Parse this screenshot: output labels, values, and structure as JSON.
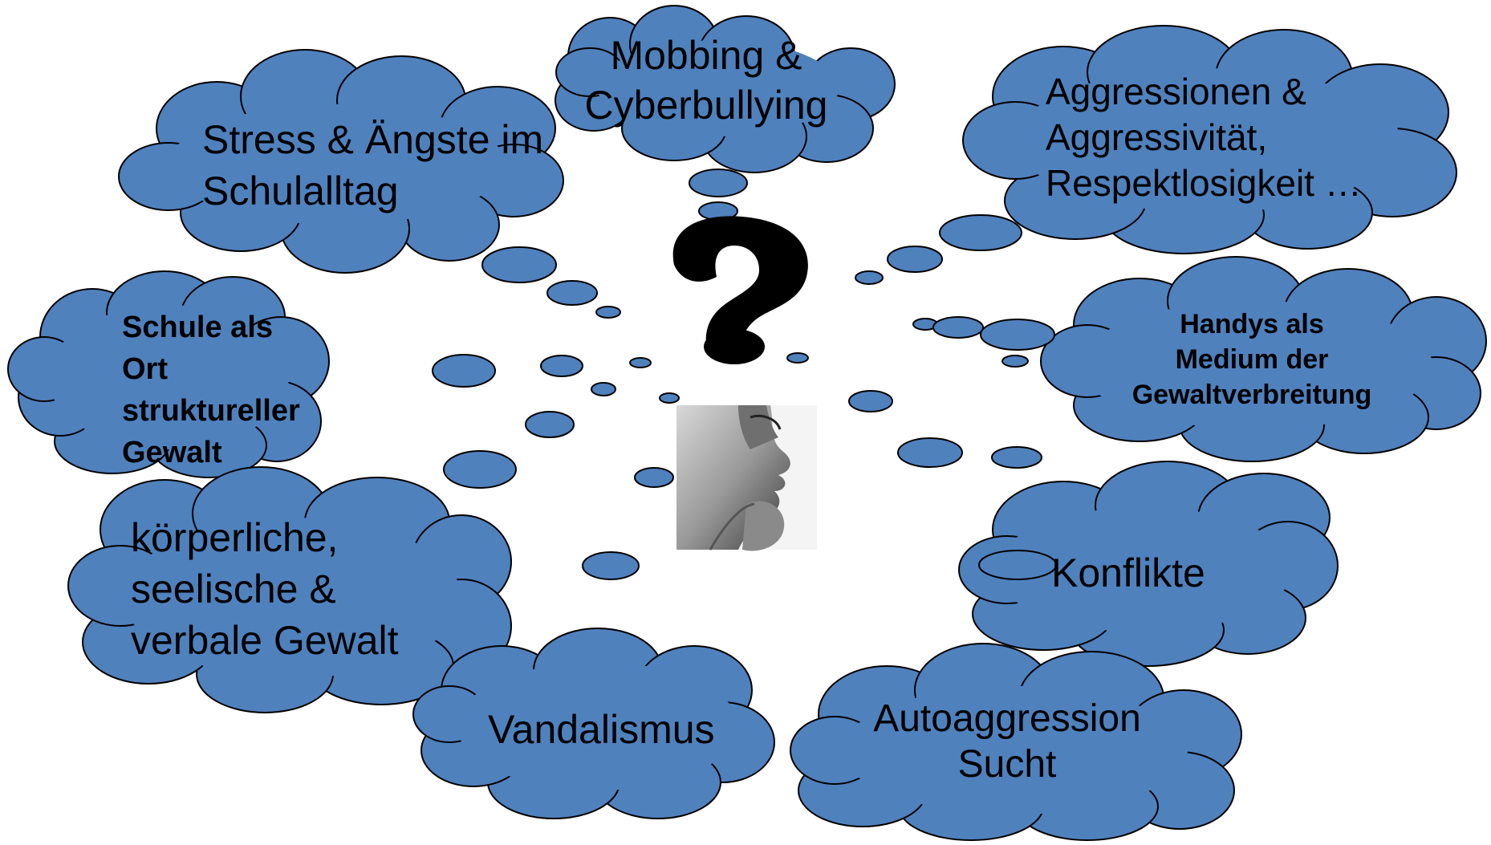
{
  "clouds": {
    "mobbing": "Mobbing &\nCyberbullying",
    "stress": "Stress & Ängste im\nSchulalltag",
    "aggression": "Aggressionen &\nAggressivität,\nRespektlosigkeit …",
    "schule": "Schule als\nOrt\nstruktureller\nGewalt",
    "handys": "Handys als\nMedium der\nGewaltverbreitung",
    "gewalt": "körperliche,\nseelische &\nverbale Gewalt",
    "konflikte": "Konflikte",
    "vandalismus": "Vandalismus",
    "autoaggression": "Autoaggression\nSucht"
  },
  "center": {
    "question_mark": "?",
    "thinker_icon": "thinking-person-icon"
  },
  "colors": {
    "cloud_fill": "#4f81bd",
    "cloud_stroke": "#000000"
  }
}
